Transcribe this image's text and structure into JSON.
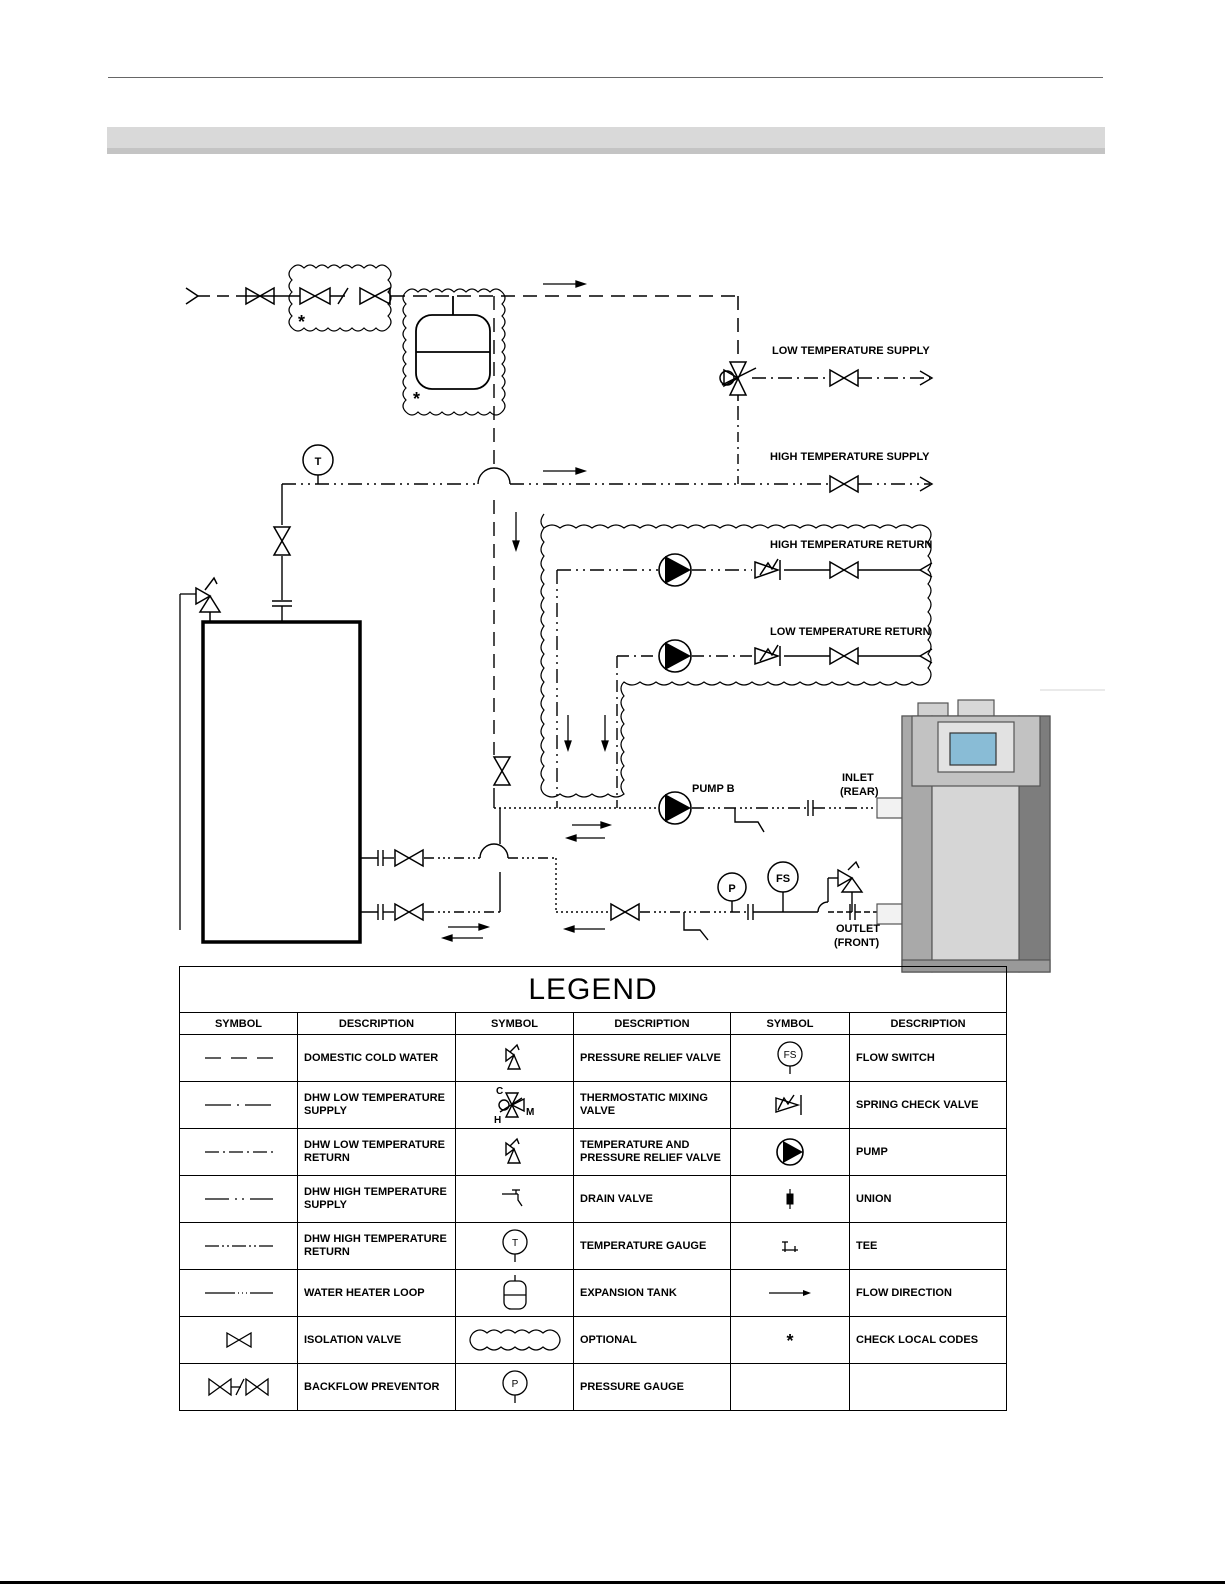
{
  "diagram": {
    "labels": {
      "low_temp_supply": "LOW TEMPERATURE SUPPLY",
      "high_temp_supply": "HIGH TEMPERATURE SUPPLY",
      "high_temp_return": "HIGH TEMPERATURE RETURN",
      "low_temp_return": "LOW TEMPERATURE RETURN",
      "pump_b": "PUMP B",
      "inlet": "INLET",
      "inlet_rear": "(REAR)",
      "outlet": "OUTLET",
      "outlet_front": "(FRONT)",
      "temp_gauge": "T",
      "pressure_gauge": "P",
      "flow_switch": "FS",
      "asterisk": "*"
    }
  },
  "legend": {
    "title": "LEGEND",
    "headers": [
      "SYMBOL",
      "DESCRIPTION",
      "SYMBOL",
      "DESCRIPTION",
      "SYMBOL",
      "DESCRIPTION"
    ],
    "rows": [
      [
        {
          "symbol": "domestic-cold-water-line",
          "desc": "DOMESTIC COLD WATER"
        },
        {
          "symbol": "pressure-relief-valve-icon",
          "desc": "PRESSURE RELIEF VALVE"
        },
        {
          "symbol": "flow-switch-icon",
          "desc": "FLOW SWITCH"
        }
      ],
      [
        {
          "symbol": "dhw-low-temp-supply-line",
          "desc": "DHW LOW TEMPERATURE SUPPLY"
        },
        {
          "symbol": "thermostatic-mixing-valve-icon",
          "desc": "THERMOSTATIC MIXING VALVE"
        },
        {
          "symbol": "spring-check-valve-icon",
          "desc": "SPRING CHECK VALVE"
        }
      ],
      [
        {
          "symbol": "dhw-low-temp-return-line",
          "desc": "DHW LOW TEMPERATURE RETURN"
        },
        {
          "symbol": "temp-pressure-relief-valve-icon",
          "desc": "TEMPERATURE AND PRESSURE RELIEF VALVE"
        },
        {
          "symbol": "pump-icon",
          "desc": "PUMP"
        }
      ],
      [
        {
          "symbol": "dhw-high-temp-supply-line",
          "desc": "DHW HIGH TEMPERATURE SUPPLY"
        },
        {
          "symbol": "drain-valve-icon",
          "desc": "DRAIN VALVE"
        },
        {
          "symbol": "union-icon",
          "desc": "UNION"
        }
      ],
      [
        {
          "symbol": "dhw-high-temp-return-line",
          "desc": "DHW HIGH TEMPERATURE RETURN"
        },
        {
          "symbol": "temperature-gauge-icon",
          "desc": "TEMPERATURE GAUGE"
        },
        {
          "symbol": "tee-icon",
          "desc": "TEE"
        }
      ],
      [
        {
          "symbol": "water-heater-loop-line",
          "desc": "WATER HEATER LOOP"
        },
        {
          "symbol": "expansion-tank-icon",
          "desc": "EXPANSION TANK"
        },
        {
          "symbol": "flow-direction-arrow-icon",
          "desc": "FLOW DIRECTION"
        }
      ],
      [
        {
          "symbol": "isolation-valve-icon",
          "desc": "ISOLATION VALVE"
        },
        {
          "symbol": "optional-cloud-icon",
          "desc": "OPTIONAL"
        },
        {
          "symbol": "asterisk-icon",
          "desc": "CHECK LOCAL CODES"
        }
      ],
      [
        {
          "symbol": "backflow-preventor-icon",
          "desc": "BACKFLOW PREVENTOR"
        },
        {
          "symbol": "pressure-gauge-icon",
          "desc": "PRESSURE GAUGE"
        },
        {
          "symbol": "",
          "desc": ""
        }
      ]
    ],
    "symbol_glyphs": {
      "thermostatic_c": "C",
      "thermostatic_h": "H",
      "thermostatic_m": "M",
      "flow_switch": "FS",
      "temp_gauge": "T",
      "pressure_gauge": "P",
      "asterisk": "*"
    }
  }
}
